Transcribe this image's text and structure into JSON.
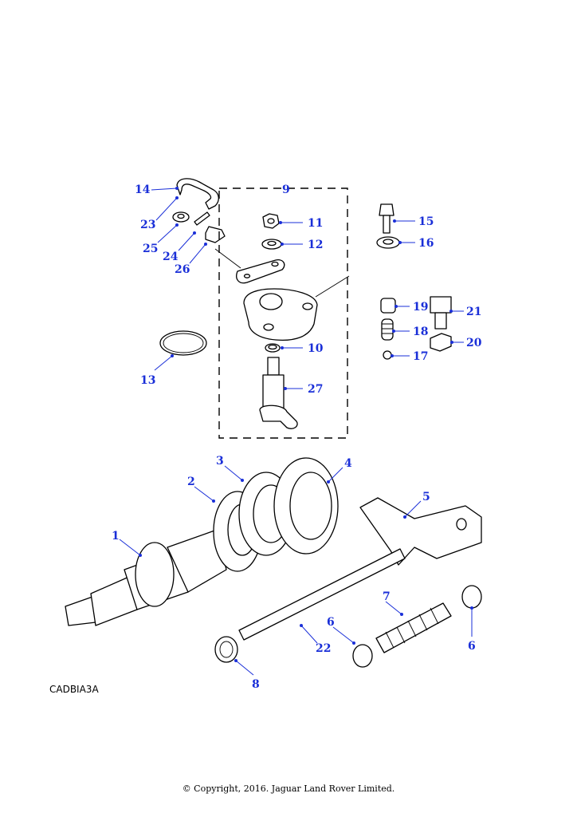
{
  "diagram": {
    "reference_code": "CADBIA3A",
    "copyright": "© Copyright, 2016. Jaguar Land Rover Limited.",
    "callouts": [
      "1",
      "2",
      "3",
      "4",
      "5",
      "6",
      "6",
      "7",
      "8",
      "9",
      "10",
      "11",
      "12",
      "13",
      "14",
      "15",
      "16",
      "17",
      "18",
      "19",
      "20",
      "21",
      "22",
      "23",
      "24",
      "25",
      "26",
      "27"
    ],
    "colors": {
      "callout": "#1a2fd8",
      "line": "#000000",
      "background": "#ffffff"
    }
  }
}
